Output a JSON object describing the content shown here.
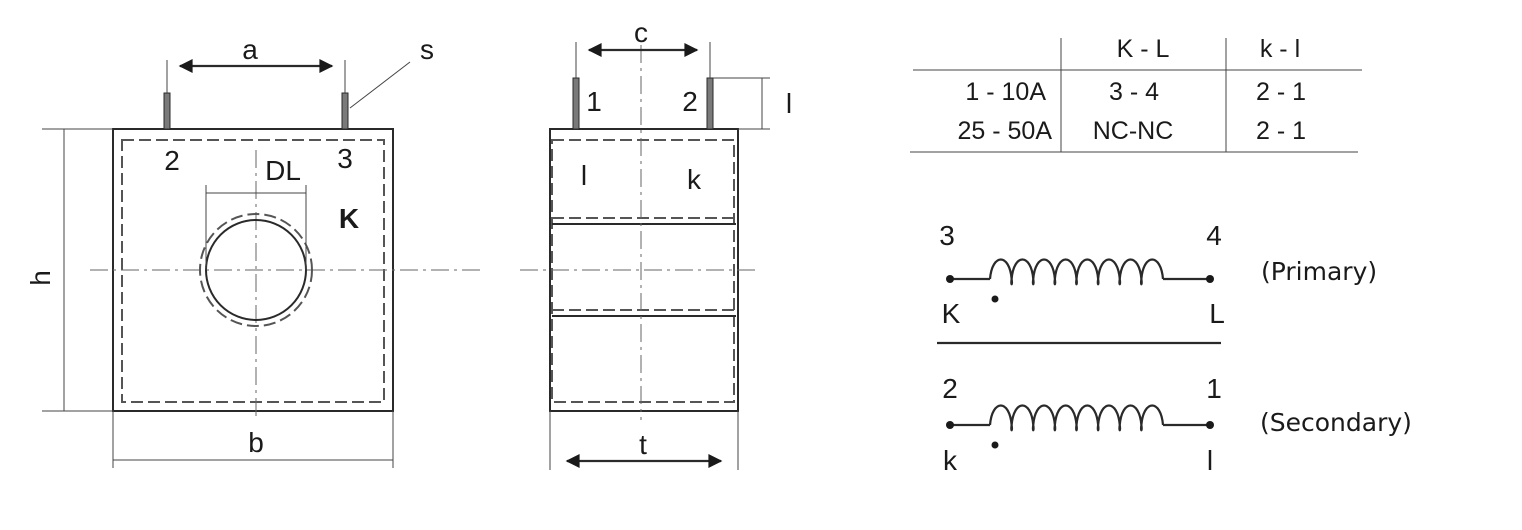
{
  "front_view": {
    "dim_a": "a",
    "dim_s": "s",
    "dim_h": "h",
    "dim_b": "b",
    "dim_dl": "DL",
    "terminal_left": "2",
    "terminal_right": "3",
    "primary_mark": "K"
  },
  "side_view": {
    "dim_c": "c",
    "dim_l": "l",
    "dim_t": "t",
    "terminal_left": "1",
    "terminal_right": "2",
    "label_left": "l",
    "label_right": "k"
  },
  "terminal_table": {
    "headers": [
      "",
      "K - L",
      "k - l"
    ],
    "rows": [
      [
        "1 - 10A",
        "3 - 4",
        "2 - 1"
      ],
      [
        "25 - 50A",
        "NC-NC",
        "2 - 1"
      ]
    ]
  },
  "windings": {
    "primary": {
      "num_left": "3",
      "num_right": "4",
      "letter_left": "K",
      "letter_right": "L",
      "caption": "(Primary)"
    },
    "secondary": {
      "num_left": "2",
      "num_right": "1",
      "letter_left": "k",
      "letter_right": "l",
      "caption": "(Secondary)"
    }
  },
  "colors": {
    "stroke": "#2a2a2a",
    "background": "#ffffff"
  }
}
